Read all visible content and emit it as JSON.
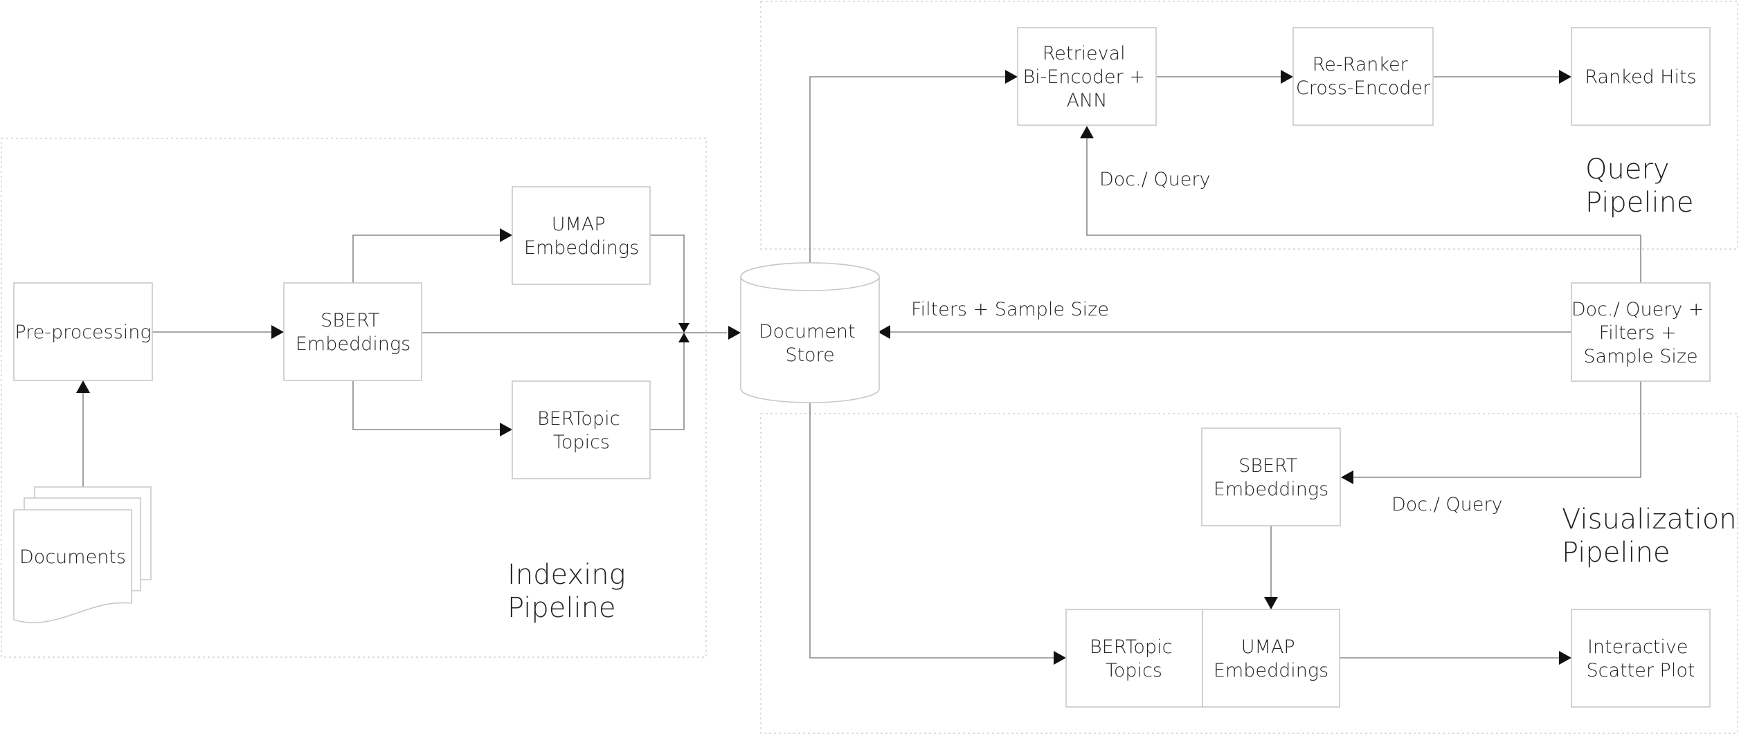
{
  "nodes": {
    "preprocessing": [
      "Pre-processing"
    ],
    "documents": [
      "Documents"
    ],
    "sbert_index": [
      "SBERT",
      "Embeddings"
    ],
    "umap_index": [
      "UMAP",
      "Embeddings"
    ],
    "bertopic_index": [
      "BERTopic",
      "Topics"
    ],
    "document_store": [
      "Document",
      "Store"
    ],
    "retrieval": [
      "Retrieval",
      "Bi-Encoder +",
      "ANN"
    ],
    "reranker": [
      "Re-Ranker",
      "Cross-Encoder"
    ],
    "ranked_hits": [
      "Ranked Hits"
    ],
    "query_input": [
      "Doc./ Query +",
      "Filters +",
      "Sample Size"
    ],
    "sbert_vis": [
      "SBERT",
      "Embeddings"
    ],
    "bertopic_vis": [
      "BERTopic",
      "Topics"
    ],
    "umap_vis": [
      "UMAP",
      "Embeddings"
    ],
    "scatter": [
      "Interactive",
      "Scatter Plot"
    ]
  },
  "edge_labels": {
    "filters_sample": "Filters + Sample Size",
    "doc_query_upper": "Doc./ Query",
    "doc_query_lower": "Doc./ Query"
  },
  "pipelines": {
    "indexing": [
      "Indexing",
      "Pipeline"
    ],
    "query": [
      "Query",
      "Pipeline"
    ],
    "visualization": [
      "Visualization",
      "Pipeline"
    ]
  }
}
